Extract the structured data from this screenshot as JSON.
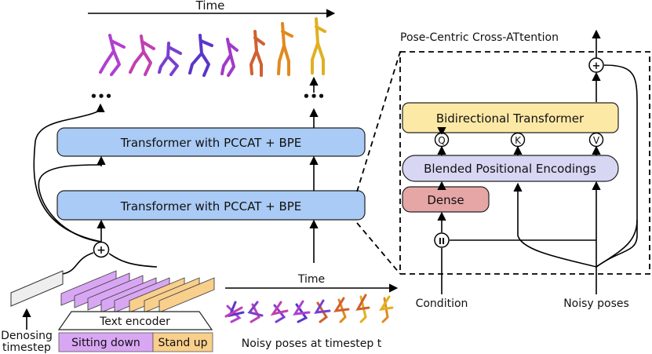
{
  "left": {
    "time_label_top": "Time",
    "transformer_top": "Transformer with PCCAT + BPE",
    "transformer_bottom": "Transformer with PCCAT + BPE",
    "ellipsis_left": "•••",
    "ellipsis_right": "•••",
    "plus_symbol": "+",
    "denoising_timestep_line1": "Denosing",
    "denoising_timestep_line2": "timestep",
    "text_encoder": "Text encoder",
    "segment_sitting": "Sitting down",
    "segment_standup": "Stand up",
    "time_label_bottom": "Time",
    "noisy_poses_caption": "Noisy poses at timestep t"
  },
  "right": {
    "title": "Pose-Centric Cross-ATtention",
    "bidirectional_transformer": "Bidirectional Transformer",
    "blended_positional_encodings": "Blended Positional Encodings",
    "dense": "Dense",
    "q": "Q",
    "k": "K",
    "v": "V",
    "concat_symbol": "II",
    "plus_symbol": "+",
    "condition": "Condition",
    "noisy_poses": "Noisy poses"
  },
  "colors": {
    "transformer_fill": "#a9cbf5",
    "bidirectional_fill": "#fde9a6",
    "bpe_fill": "#d7d6f3",
    "dense_fill": "#e6a6a6",
    "sitting_fill": "#d9a6f4",
    "standup_fill": "#f9cf8c",
    "timestep_fill": "#eeeeee",
    "pose_colors": [
      "#b040d0",
      "#c040b0",
      "#7a3fd0",
      "#5a36c8",
      "#d06030",
      "#e08a20",
      "#e0b020"
    ]
  }
}
